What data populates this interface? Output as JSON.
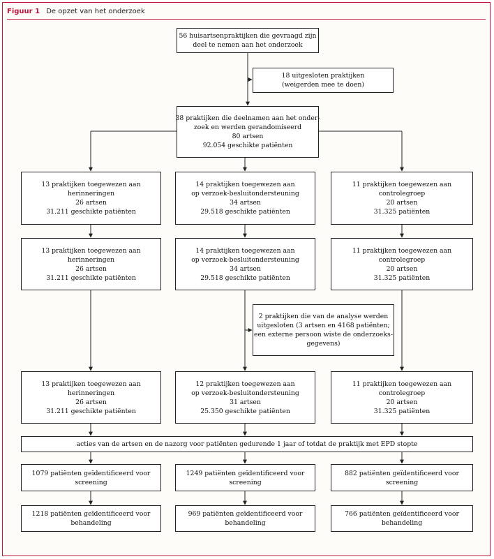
{
  "figure": {
    "label": "Figuur 1",
    "title": "De opzet van het onderzoek"
  },
  "boxes": {
    "invited": [
      "56 huisartsenpraktijken die gevraagd zijn",
      "deel te nemen aan het onderzoek"
    ],
    "excluded": [
      "18 uitgesloten praktijken",
      "(weigerden mee te doen)"
    ],
    "randomised": [
      "38 praktijken die deelnamen aan het onder-",
      "zoek en werden gerandomiseerd",
      "80 artsen",
      "92.054 geschikte patiënten"
    ],
    "reminders_1": [
      "13 praktijken toegewezen aan",
      "herinneringen",
      "26 artsen",
      "31.211 geschikte patiënten"
    ],
    "support_1": [
      "14 praktijken toegewezen aan",
      "op verzoek-besluitondersteuning",
      "34 artsen",
      "29.518 geschikte patiënten"
    ],
    "control_1": [
      "11 praktijken toegewezen aan",
      "controlegroep",
      "20 artsen",
      "31.325 patiënten"
    ],
    "reminders_2": [
      "13 praktijken toegewezen aan",
      "herinneringen",
      "26 artsen",
      "31.211 geschikte patiënten"
    ],
    "support_2": [
      "14 praktijken toegewezen aan",
      "op verzoek-besluitondersteuning",
      "34 artsen",
      "29.518 geschikte patiënten"
    ],
    "control_2": [
      "11 praktijken toegewezen aan",
      "controlegroep",
      "20 artsen",
      "31.325 patiënten"
    ],
    "analysis_excluded": [
      "2 praktijken die van de analyse werden",
      "uitgesloten (3 artsen en 4168 patiënten;",
      "een externe persoon wiste de onderzoeks-",
      "gegevens)"
    ],
    "reminders_3": [
      "13 praktijken toegewezen aan",
      "herinneringen",
      "26 artsen",
      "31.211 geschikte patiënten"
    ],
    "support_3": [
      "12 praktijken toegewezen aan",
      "op verzoek-besluitondersteuning",
      "31 artsen",
      "25.350 geschikte patiënten"
    ],
    "control_3": [
      "11 praktijken toegewezen aan",
      "controlegroep",
      "20 artsen",
      "31.325 patiënten"
    ],
    "actions": [
      "acties van de artsen en de nazorg voor patiënten gedurende 1 jaar of totdat de praktijk met EPD stopte"
    ],
    "screening_reminders": [
      "1079 patiënten geïdentificeerd voor",
      "screening"
    ],
    "screening_support": [
      "1249 patiënten geïdentificeerd voor",
      "screening"
    ],
    "screening_control": [
      "882 patiënten geïdentificeerd voor",
      "screening"
    ],
    "treatment_reminders": [
      "1218 patiënten geïdentificeerd voor",
      "behandeling"
    ],
    "treatment_support": [
      "969 patiënten geïdentificeerd voor",
      "behandeling"
    ],
    "treatment_control": [
      "766 patiënten geïdentificeerd voor",
      "behandeling"
    ]
  }
}
